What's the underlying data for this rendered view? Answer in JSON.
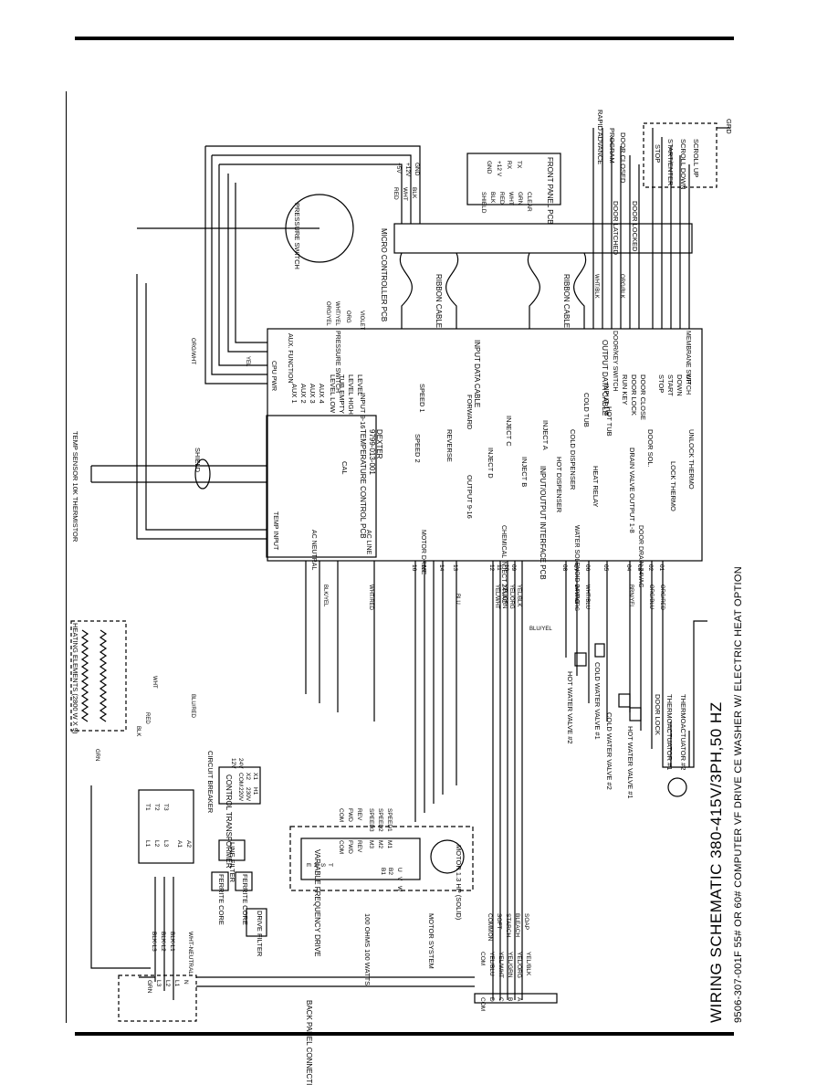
{
  "title": {
    "main": "WIRING SCHEMATIC 380-415V/3PH,50 HZ",
    "sub": "9506-307-001F 55# OR 60# COMPUTER VF DRIVE CE WASHER W/ ELECTRIC HEAT OPTION"
  },
  "boards": {
    "micro": "MICRO CONTROLLER PCB",
    "io": "INPUT/OUTPUT INTERFACE PCB",
    "temp": "TEMPERATURE CONTROL PCB",
    "temp_part": "9799-013-001",
    "temp_dexter": "DEXTER",
    "front_panel": "FRONT PANEL PCB",
    "vfd": "VARIABLE FREQUENCY DRIVE",
    "ribbon1": "RIBBON CABLE",
    "ribbon2": "RIBBON CABLE",
    "input_cable": "INPUT DATA CABLE",
    "output_cable": "OUTPUT DATA CABLE",
    "back_panel": "BACK PANEL CONNECTIONS",
    "control_transformer": "CONTROL TRANSFORMER"
  },
  "io_inputs": {
    "header": "INPUT 9-16",
    "items": [
      "AUX 1",
      "AUX 2",
      "AUX 3",
      "AUX 4",
      "LEVEL LOW",
      "TUB EMPTY",
      "LEVEL HIGH",
      "LEVEL",
      "CAL"
    ]
  },
  "io_inputs_b": {
    "header": "INPUT 1-8",
    "items": [
      "RUN KEY",
      "DOOR LOCK",
      "DOOR CLOSE",
      "STOP",
      "START",
      "DOWN",
      "UP"
    ]
  },
  "io_outputs": {
    "header_a": "OUTPUT 9-16",
    "items_a": [
      "SPEED 2",
      "SPEED 1",
      "REVERSE",
      "FORWARD",
      "INJECT D",
      "INJECT C",
      "INJECT B",
      "INJECT A"
    ],
    "header_b": "OUTPUT 1-8",
    "items_b": [
      "HOT DISPENSER",
      "COLD DISPENSER",
      "HEAT RELAY",
      "HOT TUB",
      "COLD TUB",
      "DRAIN VALVE",
      "DOOR SOL.",
      "LOCK THERMO",
      "UNLOCK THERMO"
    ]
  },
  "io_groups": {
    "aux": "AUX. FUNCTION",
    "pressure": "PRESSURE SWITCH",
    "cpu": "CPU PWR",
    "temp_input": "TEMP INPUT",
    "door_switch": "DOOR/KEY SWITCH",
    "membrane": "MEMBRANE SWITCH",
    "neutral": "AC NEUTRAL",
    "line": "AC LINE",
    "motor": "MOTOR DRIVE",
    "chem": "CHEMICAL INJECT 24VAC",
    "water": "WATER SOLENOID 24VAC",
    "door": "DOOR DRAIN 24VAC"
  },
  "terminals": {
    "motor": [
      "16",
      "15",
      "14",
      "13"
    ],
    "chem": [
      "12",
      "11",
      "10",
      "09"
    ],
    "water": [
      "08",
      "07",
      "06",
      "05"
    ],
    "door": [
      "04",
      "03",
      "02",
      "01"
    ]
  },
  "components": {
    "temp_sensor": "TEMP SENSOR 10K THERMISTOR",
    "pressure_switch": "PRESSURE SWITCH",
    "heating": "HEATING ELEMENTS (2800 W X 9)",
    "circuit_breaker": "CIRCUIT BREAKER",
    "line_filter": "LINE FILTER",
    "drive_filter": "DRIVE FILTER",
    "ferrite1": "FERRITE CORE",
    "ferrite2": "FERRITE CORE",
    "motor": "MOTOR 1.3 HP (SOLID)",
    "motor_system": "MOTOR SYSTEM",
    "resistors": "100 OHMS 100 WATTS",
    "hot_valve_2": "HOT WATER VALVE #2",
    "cold_valve_1": "COLD WATER VALVE #1",
    "cold_valve_2": "COLD WATER VALVE #2",
    "hot_valve_1": "HOT WATER VALVE #1",
    "door_lock": "DOOR LOCK",
    "thermo1": "THERMOACTUATOR #1",
    "thermo2": "THERMOACTUATOR #2",
    "stop": "STOP",
    "start_enter": "START/ENTER",
    "scroll_down": "SCROLL DOWN",
    "scroll_up": "SCROLL UP",
    "door_closed": "DOOR CLOSED",
    "door_locked": "DOOR LOCKED",
    "door_latched": "DOOR LATCHED",
    "program": "PROGRAM",
    "rapid_advance": "RAPID ADVANCE",
    "shield": "SHIELD",
    "grd": "GRD"
  },
  "signals": {
    "front_panel": [
      "GND",
      "+12 V",
      "RX",
      "TX"
    ],
    "supply": [
      "RED",
      "WHT",
      "BLK",
      "+5V",
      "+12V",
      "GND"
    ],
    "shield_wires": [
      "SHIELD",
      "BLK",
      "RED",
      "WHT",
      "GRN",
      "CLEAR"
    ],
    "back_panel": [
      "COM",
      "D",
      "C",
      "B",
      "A"
    ],
    "back_panel_wires": [
      "COM",
      "YEL/BLU",
      "YEL/WHT",
      "YEL/GRN",
      "YEL/ORG",
      "YEL/BLK"
    ],
    "chem_names": [
      "COMMON",
      "SOFT",
      "STARCH",
      "BLEACH",
      "SOAP"
    ],
    "line_terms": [
      "GRN",
      "L3",
      "L2",
      "L1",
      "N"
    ],
    "line_wires": [
      "BLK-L3",
      "BLK-L2",
      "BLK-L1",
      "WHT-NEUTRAL"
    ],
    "vfd_left": [
      "E",
      "R",
      "S",
      "T"
    ],
    "vfd_right": [
      "COM",
      "FWD",
      "REV",
      "M3",
      "M2",
      "M1"
    ],
    "vfd_wires": [
      "COM",
      "FWD",
      "REV",
      "SPEED3",
      "SPEED2",
      "SPEED1"
    ],
    "vfd_motor": [
      "U",
      "V",
      "W",
      "B1",
      "B2"
    ],
    "transformer": [
      "220V",
      "230V",
      "H1",
      "COM",
      "X2",
      "X1",
      "12V",
      "24V"
    ],
    "heating_contacts": [
      "L1",
      "L2",
      "L3",
      "T1",
      "T2",
      "T3",
      "A1",
      "A2"
    ],
    "io_wires": [
      "GRN",
      "RED",
      "WHT",
      "BLK",
      "YEL",
      "ORG/YEL",
      "WHT/YEL",
      "ORG",
      "VIOLET",
      "ORG/WHT",
      "BLU",
      "ORG/BLK",
      "WHT/RED",
      "BLK/YEL",
      "BLU/YEL",
      "YEL/WHT",
      "YEL/GRN",
      "YEL/ORG",
      "YEL/BLK",
      "WHT/ORG",
      "WHT/BLU",
      "BRN/YEL",
      "ORG/BLU",
      "ORG/RED",
      "WHT/BLK",
      "BLU/RED"
    ]
  }
}
